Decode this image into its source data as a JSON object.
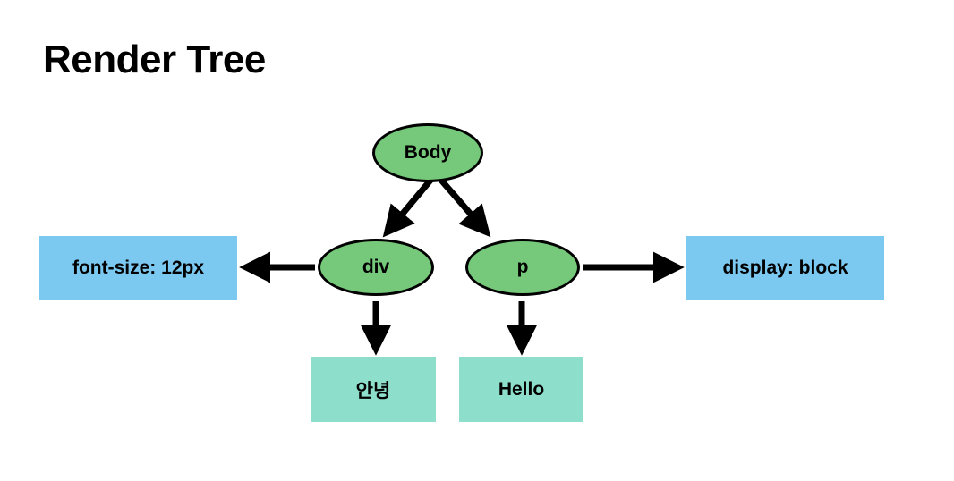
{
  "title": "Render Tree",
  "colors": {
    "background": "#ffffff",
    "node_fill": "#76c97a",
    "node_stroke": "#000000",
    "property_box_fill": "#7bc8f0",
    "text_box_fill": "#8edecc",
    "edge": "#000000",
    "text": "#000000"
  },
  "diagram": {
    "type": "tree",
    "nodes": [
      {
        "id": "body",
        "label": "Body",
        "shape": "ellipse",
        "kind": "element-node"
      },
      {
        "id": "div",
        "label": "div",
        "shape": "ellipse",
        "kind": "element-node"
      },
      {
        "id": "p",
        "label": "p",
        "shape": "ellipse",
        "kind": "element-node"
      }
    ],
    "property_boxes": [
      {
        "id": "font-size",
        "label": "font-size: 12px",
        "shape": "rect",
        "attached_to": "div",
        "side": "left"
      },
      {
        "id": "display",
        "label": "display: block",
        "shape": "rect",
        "attached_to": "p",
        "side": "right"
      }
    ],
    "text_boxes": [
      {
        "id": "annyeong",
        "label": "안녕",
        "shape": "rect",
        "attached_to": "div",
        "side": "bottom"
      },
      {
        "id": "hello",
        "label": "Hello",
        "shape": "rect",
        "attached_to": "p",
        "side": "bottom"
      }
    ],
    "edges": [
      {
        "from": "body",
        "to": "div",
        "style": "solid-arrow",
        "direction": "down-left"
      },
      {
        "from": "body",
        "to": "p",
        "style": "solid-arrow",
        "direction": "down-right"
      },
      {
        "from": "div",
        "to": "font-size",
        "style": "solid-arrow",
        "direction": "left"
      },
      {
        "from": "p",
        "to": "display",
        "style": "solid-arrow",
        "direction": "right"
      },
      {
        "from": "div",
        "to": "annyeong",
        "style": "solid-arrow",
        "direction": "down"
      },
      {
        "from": "p",
        "to": "hello",
        "style": "solid-arrow",
        "direction": "down"
      }
    ]
  }
}
